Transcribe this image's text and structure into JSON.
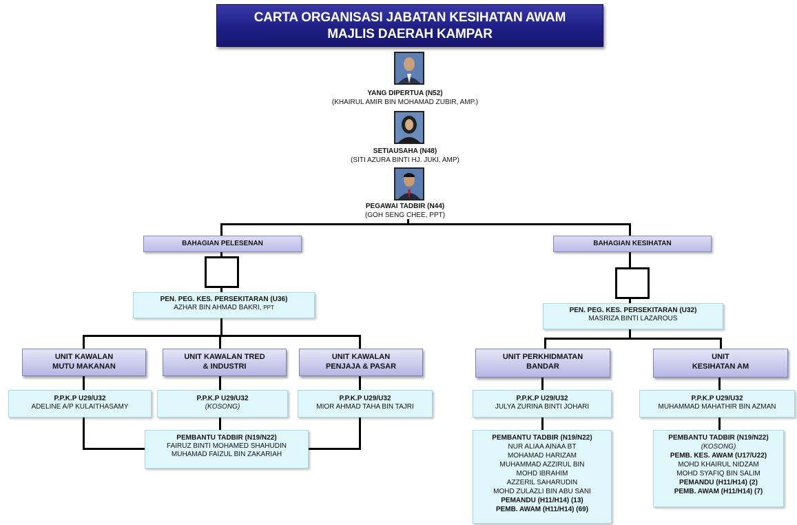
{
  "title": {
    "line1": "CARTA ORGANISASI JABATAN KESIHATAN AWAM",
    "line2": "MAJLIS DAERAH KAMPAR"
  },
  "leaders": [
    {
      "title": "YANG DIPERTUA (N52)",
      "name": "(KHAIRUL AMIR BIN MOHAMAD ZUBIR, AMP.)"
    },
    {
      "title": "SETIAUSAHA (N48)",
      "name": "(SITI AZURA BINTI HJ. JUKI, AMP)"
    },
    {
      "title": "PEGAWAI TADBIR (N44)",
      "name": "(GOH SENG CHEE, PPT)"
    }
  ],
  "divisions": {
    "left": "BAHAGIAN PELESENAN",
    "right": "BAHAGIAN KESIHATAN"
  },
  "left_officer": {
    "title": "PEN. PEG. KES. PERSEKITARAN (U36)",
    "name": "AZHAR BIN AHMAD BAKRI,",
    "suffix": "PPT"
  },
  "right_officer": {
    "title": "PEN. PEG. KES. PERSEKITARAN (U32)",
    "name": "MASRIZA BINTI LAZAROUS"
  },
  "units": [
    {
      "line1": "UNIT KAWALAN",
      "line2": "MUTU MAKANAN"
    },
    {
      "line1": "UNIT KAWALAN  TRED",
      "line2": "& INDUSTRI"
    },
    {
      "line1": "UNIT KAWALAN",
      "line2": "PENJAJA & PASAR"
    },
    {
      "line1": "UNIT PERKHIDMATAN",
      "line2": "BANDAR"
    },
    {
      "line1": "UNIT",
      "line2": "KESIHATAN AM"
    }
  ],
  "ppkp": [
    {
      "title": "P.P.K.P U29/U32",
      "name": "ADELINE A/P KULAITHASAMY"
    },
    {
      "title": "P.P.K.P U29/U32",
      "name": "(KOSONG)"
    },
    {
      "title": "P.P.K.P U29/U32",
      "name": "MIOR AHMAD TAHA BIN TAJRI"
    },
    {
      "title": "P.P.K.P U29/U32",
      "name": "JULYA ZURINA BINTI JOHARI"
    },
    {
      "title": "P.P.K.P U29/U32",
      "name": "MUHAMMAD MAHATHIR BIN AZMAN"
    }
  ],
  "staff_left": {
    "title": "PEMBANTU TADBIR (N19/N22)",
    "names": [
      "FAIRUZ BINTI MOHAMED SHAHUDIN",
      "MUHAMAD FAIZUL BIN ZAKARIAH"
    ]
  },
  "staff_mid": {
    "title": "PEMBANTU TADBIR (N19/N22)",
    "names": [
      "NUR ALIAA AINAA BT",
      "MOHAMAD HARIZAM",
      "MUHAMMAD AZZIRUL BIN",
      "MOHD IBRAHIM",
      "AZZERIL SAHARUDIN",
      "MOHD ZULAZLI BIN ABU SANI"
    ],
    "extra1": "PEMANDU (H11/H14) (13)",
    "extra2": "PEMB. AWAM (H11/H14) (69)"
  },
  "staff_right": {
    "title": "PEMBANTU TADBIR (N19/N22)",
    "kosong": "(KOSONG)",
    "sub": "PEMB. KES. AWAM (U17/U22)",
    "names": [
      "MOHD KHAIRUL NIDZAM",
      "MOHD SYAFIQ BIN SALIM"
    ],
    "extra1": "PEMANDU (H11/H14) (2)",
    "extra2": "PEMB. AWAM (H11/H14) (7)"
  }
}
